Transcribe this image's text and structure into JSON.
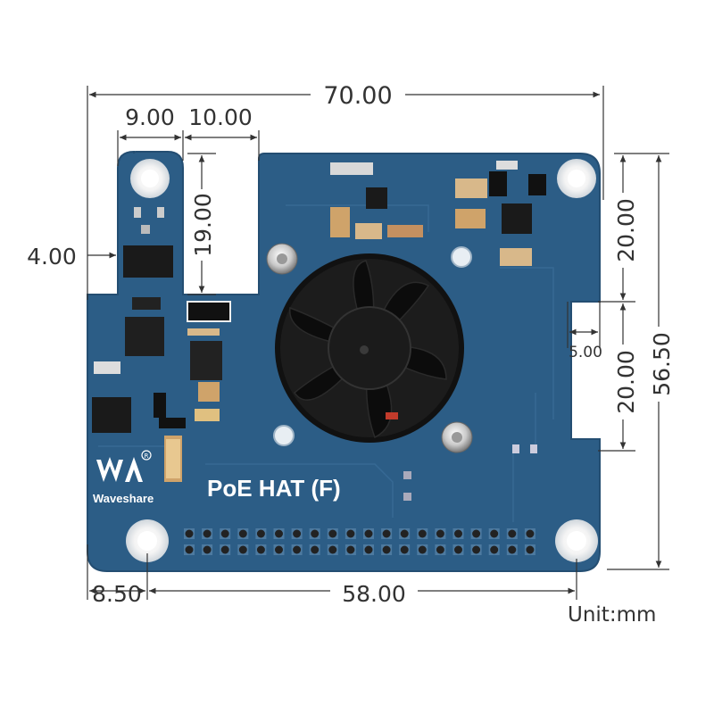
{
  "dimensions": {
    "total_width": "70.00",
    "tab_width": "9.00",
    "notch_width": "10.00",
    "notch_depth": "19.00",
    "tab_offset": "4.00",
    "upper_hole_spacing": "20.00",
    "lower_hole_spacing": "20.00",
    "side_notch_depth": "5.00",
    "total_height": "56.50",
    "hole_offset_x": "8.50",
    "hole_spacing_x": "58.00"
  },
  "unit_label": "Unit:mm",
  "board": {
    "title": "PoE HAT (F)",
    "brand": "Waveshare",
    "colors": {
      "pcb": "#2c5d86",
      "pcb_edge": "#244e72",
      "fan": "#1a1a1a",
      "header_pin": "#222222"
    }
  }
}
